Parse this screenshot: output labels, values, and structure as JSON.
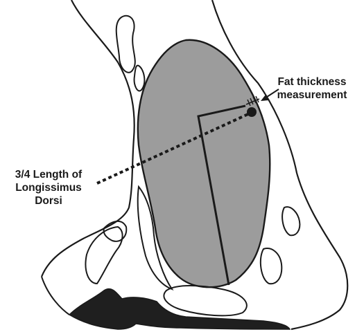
{
  "diagram": {
    "labels": {
      "fat_thickness": [
        "Fat thickness",
        "measurement"
      ],
      "longissimus": [
        "3/4 Length of",
        "Longissimus",
        "Dorsi"
      ]
    },
    "colors": {
      "muscle": "#9c9c9c",
      "fat_dark": "#1f1f1f",
      "outline": "#1a1a1a",
      "background": "#ffffff"
    }
  }
}
